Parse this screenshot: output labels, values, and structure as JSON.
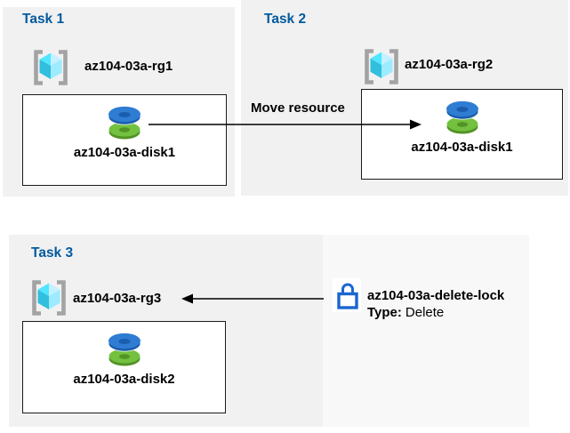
{
  "colors": {
    "panel-gray": "#f1f1f1",
    "panel-light": "#f8f8f8",
    "title-blue": "#005a9e",
    "text-black": "#000000",
    "box-border": "#1a1a1a",
    "bracket-gray": "#a3a3a3",
    "cube-light": "#c3f1ff",
    "cube-main": "#50e6ff",
    "cube-mid": "#9cebff",
    "cube-dark": "#32bedd",
    "disk-blue": "#2e7dd3",
    "disk-blue-dark": "#1a5dae",
    "disk-green": "#73c13f",
    "disk-green-dark": "#529327",
    "lock-blue": "#1a66d1",
    "arrow-black": "#000000"
  },
  "tasks": [
    {
      "title": "Task 1",
      "rg_label": "az104-03a-rg1",
      "disk_label": "az104-03a-disk1"
    },
    {
      "title": "Task 2",
      "rg_label": "az104-03a-rg2",
      "disk_label": "az104-03a-disk1"
    },
    {
      "title": "Task 3",
      "rg_label": "az104-03a-rg3",
      "disk_label": "az104-03a-disk2"
    }
  ],
  "move_arrow": {
    "label": "Move resource"
  },
  "delete_lock": {
    "icon": "lock-icon",
    "name": "az104-03a-delete-lock",
    "type_label": "Type:",
    "type_value": "Delete"
  }
}
